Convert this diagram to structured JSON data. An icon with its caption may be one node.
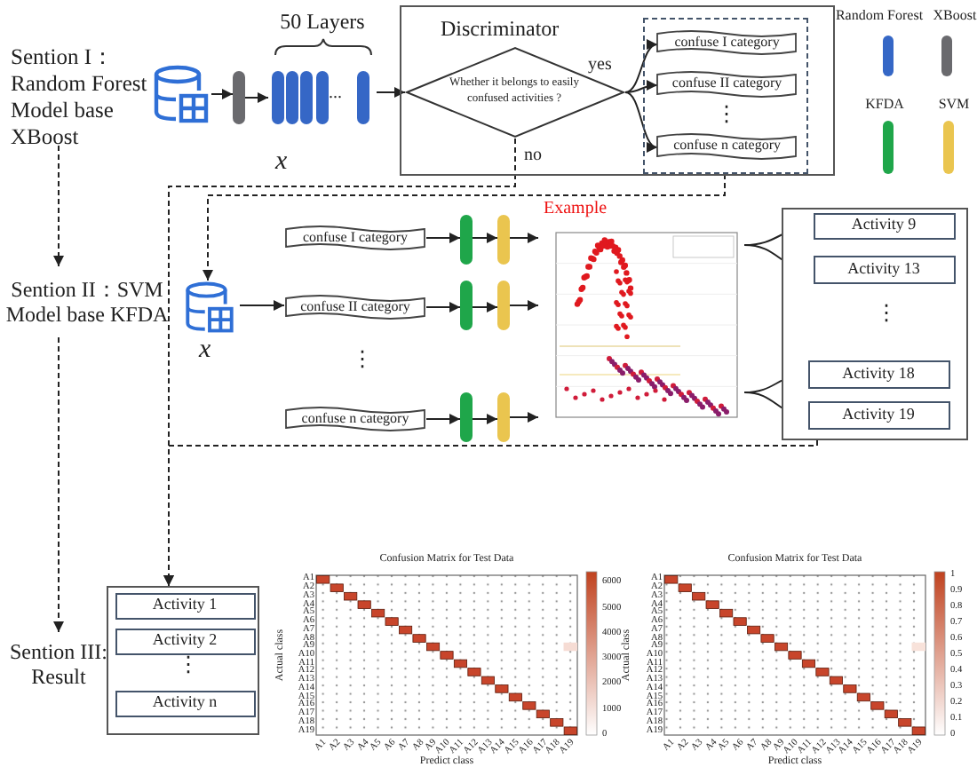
{
  "diagram": {
    "nodes": [
      {
        "text": [
          "Sention I： Random Forest Model base XBoost"
        ]
      },
      {
        "text": [],
        "shape": "cylinder"
      },
      {
        "text": [],
        "shape": "bar"
      },
      {
        "text": [
          "50 Layers"
        ]
      },
      {
        "text": [
          "Discriminator"
        ]
      },
      {
        "text": [
          "Whether it belongs to easily confused activities ?"
        ],
        "in": 4
      },
      {
        "text": [],
        "shape": "box",
        "in": 4
      },
      {
        "text": [
          "confuse I category"
        ],
        "in": 6
      },
      {
        "text": [
          "confuse II category"
        ],
        "in": 6
      },
      {
        "text": [
          "confuse n category"
        ],
        "in": 6
      },
      {
        "text": [
          "Sention II：SVM Model base KFDA"
        ]
      },
      {
        "text": [],
        "shape": "cylinder"
      },
      {
        "text": [
          "confuse I category"
        ]
      },
      {
        "text": [
          "confuse II category"
        ]
      },
      {
        "text": [
          "confuse n category"
        ]
      },
      {
        "text": [],
        "shape": "bar"
      },
      {
        "text": [],
        "shape": "bar"
      },
      {
        "text": [],
        "shape": "bar"
      },
      {
        "text": [],
        "shape": "bar"
      },
      {
        "text": [],
        "shape": "bar"
      },
      {
        "text": [],
        "shape": "bar"
      },
      {
        "text": [],
        "shape": "picture",
        "beside": [
          "Example"
        ]
      },
      {
        "text": [],
        "shape": "box"
      },
      {
        "text": [
          "Activity 9"
        ],
        "in": 22
      },
      {
        "text": [
          "Activity 13"
        ],
        "in": 22
      },
      {
        "text": [
          "Activity 18"
        ],
        "in": 22
      },
      {
        "text": [
          "Activity 19"
        ],
        "in": 22
      },
      {
        "text": [
          "Sention III: Result"
        ]
      },
      {
        "text": [],
        "shape": "box"
      },
      {
        "text": [
          "Activity 1"
        ],
        "in": 28
      },
      {
        "text": [
          "Activity 2"
        ],
        "in": 28
      },
      {
        "text": [
          "Activity n"
        ],
        "in": 28
      }
    ],
    "edges": [
      {
        "from": 0,
        "to": 10,
        "arrow": "to",
        "style": "dashed"
      },
      {
        "from": 10,
        "to": 27,
        "arrow": "to",
        "style": "dashed"
      },
      {
        "from": 1,
        "to": 2,
        "arrow": "to"
      },
      {
        "from": 2,
        "to": 3,
        "arrow": "to"
      },
      {
        "from": 3,
        "to": 5,
        "arrow": "to"
      },
      {
        "from": 5,
        "to": 7,
        "arrow": "to",
        "label": "yes"
      },
      {
        "from": 5,
        "to": 8,
        "arrow": "to"
      },
      {
        "from": 5,
        "to": 9,
        "arrow": "to"
      },
      {
        "from": 5,
        "to": 28,
        "arrow": "to",
        "label": "no",
        "style": "dashed"
      },
      {
        "from": 6,
        "to": 11,
        "arrow": "to",
        "style": "dashed"
      },
      {
        "from": 11,
        "to": 13,
        "arrow": "to"
      },
      {
        "from": 12,
        "to": 15,
        "arrow": "to"
      },
      {
        "from": 15,
        "to": 18,
        "arrow": "to"
      },
      {
        "from": 13,
        "to": 16,
        "arrow": "to"
      },
      {
        "from": 16,
        "to": 19,
        "arrow": "to"
      },
      {
        "from": 14,
        "to": 17,
        "arrow": "to"
      },
      {
        "from": 17,
        "to": 20,
        "arrow": "to"
      },
      {
        "from": 18,
        "to": 21,
        "arrow": "to"
      },
      {
        "from": 19,
        "to": 21,
        "arrow": "to"
      },
      {
        "from": 20,
        "to": 21,
        "arrow": "to"
      },
      {
        "from": 21,
        "to": 23,
        "arrow": "to"
      },
      {
        "from": 21,
        "to": 24,
        "arrow": "to"
      },
      {
        "from": 21,
        "to": 25,
        "arrow": "to"
      },
      {
        "from": 21,
        "to": 26,
        "arrow": "to"
      },
      {
        "from": 22,
        "to": 28,
        "arrow": "to",
        "style": "dashed"
      }
    ],
    "labels": [
      "x",
      "...",
      "⋮",
      "x",
      "⋮",
      "⋮",
      "⋮",
      "Confusion Matrix for Test Data",
      "A1",
      "A2",
      "A3",
      "A4",
      "A5",
      "A6",
      "A7",
      "A8",
      "A9",
      "A10",
      "A11",
      "A12",
      "A13",
      "A14",
      "A15",
      "A16",
      "A17",
      "A18",
      "A19",
      "A1",
      "A2",
      "A3",
      "A4",
      "A5",
      "A6",
      "A7",
      "A8",
      "A9",
      "A10",
      "A11",
      "A12",
      "A13",
      "A14",
      "A15",
      "A16",
      "A17",
      "A18",
      "A19",
      "Actual class",
      "Predict class",
      "6000",
      "5000",
      "4000",
      "3000",
      "2000",
      "1000",
      "0",
      "Confusion Matrix for Test Data",
      "A1",
      "A2",
      "A3",
      "A4",
      "A5",
      "A6",
      "A7",
      "A8",
      "A9",
      "A10",
      "A11",
      "A12",
      "A13",
      "A14",
      "A15",
      "A16",
      "A17",
      "A18",
      "A19",
      "A1",
      "A2",
      "A3",
      "A4",
      "A5",
      "A6",
      "A7",
      "A8",
      "A9",
      "A10",
      "A11",
      "A12",
      "A13",
      "A14",
      "A15",
      "A16",
      "A17",
      "A18",
      "A19",
      "Actual class",
      "Predict class",
      "1",
      "0.9",
      "0.8",
      "0.7",
      "0.6",
      "0.5",
      "0.4",
      "0.3",
      "0.2",
      "0.1",
      "0"
    ],
    "legend": [
      {
        "text": "Random Forest",
        "color": "#3567c6"
      },
      {
        "text": "XBoost",
        "color": "#6a6a6e"
      },
      {
        "text": "KFDA",
        "color": "#1fa64a"
      },
      {
        "text": "SVM",
        "color": "#eac54f"
      }
    ]
  }
}
